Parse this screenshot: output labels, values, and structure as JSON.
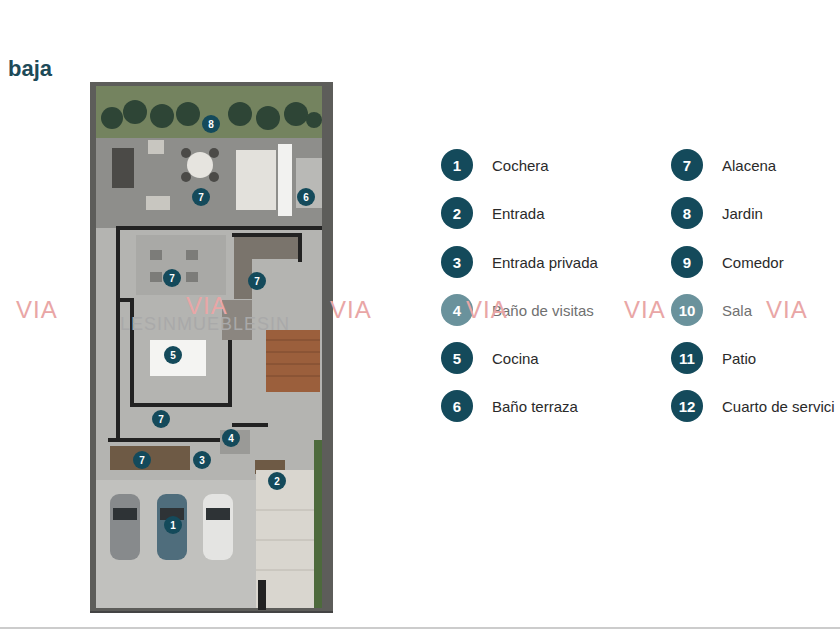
{
  "diagram": {
    "title": "baja",
    "nodes": [
      {
        "text": [
          "8"
        ]
      },
      {
        "text": [
          "7"
        ]
      },
      {
        "text": [
          "6"
        ]
      },
      {
        "text": [
          "7"
        ]
      },
      {
        "text": [
          "7"
        ]
      },
      {
        "text": [
          "5"
        ]
      },
      {
        "text": [
          "7"
        ]
      },
      {
        "text": [
          "7"
        ]
      },
      {
        "text": [
          "4"
        ]
      },
      {
        "text": [
          "3"
        ]
      },
      {
        "text": [
          "2"
        ]
      },
      {
        "text": [
          "1"
        ]
      },
      {
        "text": [
          "1",
          "Cochera"
        ]
      },
      {
        "text": [
          "2",
          "Entrada"
        ]
      },
      {
        "text": [
          "3",
          "Entrada privada"
        ]
      },
      {
        "text": [
          "4",
          "Baño de visitas"
        ]
      },
      {
        "text": [
          "5",
          "Cocina"
        ]
      },
      {
        "text": [
          "6",
          "Baño terraza"
        ]
      },
      {
        "text": [
          "7",
          "Alacena"
        ]
      },
      {
        "text": [
          "8",
          "Jardin"
        ]
      },
      {
        "text": [
          "9",
          "Comedor"
        ]
      },
      {
        "text": [
          "10",
          "Sala"
        ]
      },
      {
        "text": [
          "11",
          "Patio"
        ]
      },
      {
        "text": [
          "12",
          "Cuarto de servici"
        ]
      }
    ],
    "labels": [
      "VIA",
      "VIA",
      "VIA",
      "VIA",
      "VIA",
      "VIA",
      "LESINMUEBLESIN"
    ]
  }
}
